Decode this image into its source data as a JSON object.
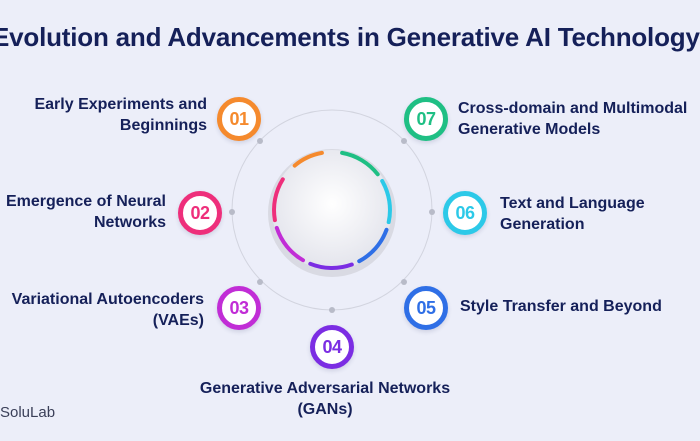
{
  "title": "Evolution and Advancements in Generative AI Technology",
  "brand": "SoluLab",
  "steps": [
    {
      "num": "01",
      "label": "Early Experiments and\nBeginnings",
      "color": "#f58a2d"
    },
    {
      "num": "02",
      "label": "Emergence of Neural\nNetworks",
      "color": "#ee2f7b"
    },
    {
      "num": "03",
      "label": "Variational Autoencoders\n(VAEs)",
      "color": "#c12dd6"
    },
    {
      "num": "04",
      "label": "Generative Adversarial Networks\n(GANs)",
      "color": "#7b2de3"
    },
    {
      "num": "05",
      "label": "Style Transfer and Beyond",
      "color": "#2f6fe6"
    },
    {
      "num": "06",
      "label": "Text and Language\nGeneration",
      "color": "#2cc9e8"
    },
    {
      "num": "07",
      "label": "Cross-domain and Multimodal\nGenerative Models",
      "color": "#1fbf84"
    }
  ]
}
